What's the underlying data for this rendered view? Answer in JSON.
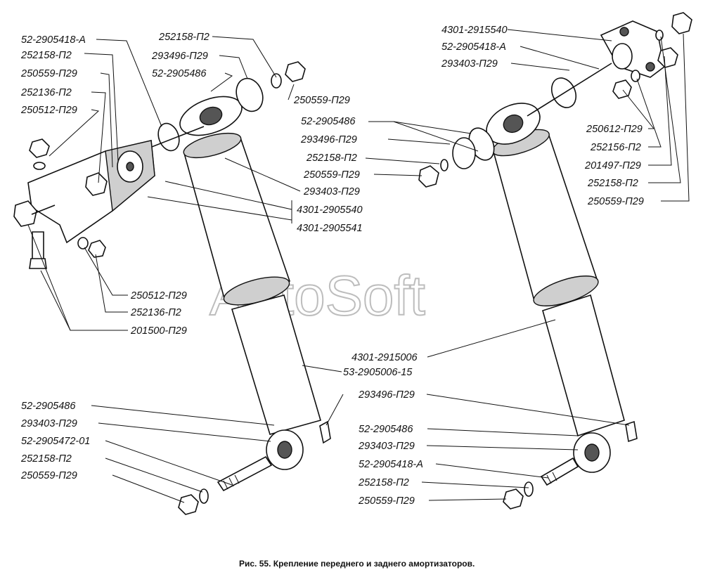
{
  "caption": "Рис. 55. Крепление переднего и заднего амортизаторов.",
  "watermark": "AutoSoft",
  "colors": {
    "ink": "#111111",
    "paper": "#ffffff",
    "watermark": "#bdbdbd",
    "body_shade": "#cfcfcf"
  },
  "labels": {
    "l_52_2905418_A_tl": "52-2905418-А",
    "l_252158_P2_tl": "252158-П2",
    "l_250559_P29_tl": "250559-П29",
    "l_252136_P2_tl": "252136-П2",
    "l_250512_P29_tl": "250512-П29",
    "l_252158_P2_tc": "252158-П2",
    "l_293496_P29_tc": "293496-П29",
    "l_52_2905486_tc": "52-2905486",
    "l_250559_P29_mc": "250559-П29",
    "l_52_2905486_mc": "52-2905486",
    "l_293496_P29_mc": "293496-П29",
    "l_252158_P2_mc": "252158-П2",
    "l_250559_P29_mc2": "250559-П29",
    "l_293403_P29_mc": "293403-П29",
    "l_4301_2905540": "4301-2905540",
    "l_4301_2905541": "4301-2905541",
    "l_250512_P29_bl": "250512-П29",
    "l_252136_P2_bl": "252136-П2",
    "l_201500_P29": "201500-П29",
    "l_4301_2915540": "4301-2915540",
    "l_52_2905418_A_tr": "52-2905418-А",
    "l_293403_P29_tr": "293403-П29",
    "l_250612_P29": "250612-П29",
    "l_252156_P2": "252156-П2",
    "l_201497_P29": "201497-П29",
    "l_252158_P2_r": "252158-П2",
    "l_250559_P29_r": "250559-П29",
    "l_4301_2915006": "4301-2915006",
    "l_53_2905006_15": "53-2905006-15",
    "l_293496_P29_bc": "293496-П29",
    "l_52_2905486_bl": "52-2905486",
    "l_293403_P29_bl": "293403-П29",
    "l_52_2905472_01": "52-2905472-01",
    "l_252158_P2_bl": "252158-П2",
    "l_250559_P29_bl": "250559-П29",
    "l_52_2905486_br": "52-2905486",
    "l_293403_P29_br": "293403-П29",
    "l_52_2905418_A_br": "52-2905418-А",
    "l_252158_P2_br": "252158-П2",
    "l_250559_P29_br": "250559-П29"
  }
}
